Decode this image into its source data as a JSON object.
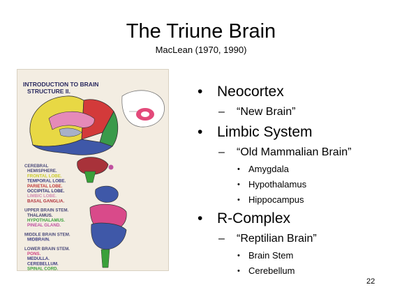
{
  "slide": {
    "title": "The Triune Brain",
    "subtitle": "MacLean (1970, 1990)",
    "page_number": "22"
  },
  "figure": {
    "heading_line1": "INTRODUCTION TO BRAIN",
    "heading_line2": "STRUCTURE II.",
    "legend": [
      {
        "text": "CEREBRAL",
        "color": "#4b4b7a"
      },
      {
        "text": "HEMISPHERE.",
        "color": "#4b4b7a"
      },
      {
        "text": "FRONTAL LOBE.",
        "color": "#c9c928"
      },
      {
        "text": "TEMPORAL LOBE.",
        "color": "#3a3a80"
      },
      {
        "text": "PARIETAL LOBE.",
        "color": "#c03a3a"
      },
      {
        "text": "OCCIPITAL LOBE.",
        "color": "#2f2f70"
      },
      {
        "text": "LIMBIC LOBE.",
        "color": "#d08ab0"
      },
      {
        "text": "BASAL GANGLIA.",
        "color": "#b0303a"
      },
      {
        "text": "UPPER BRAIN STEM.",
        "color": "#4b4b7a"
      },
      {
        "text": "THALAMUS.",
        "color": "#3a3a6a"
      },
      {
        "text": "HYPOTHALAMUS.",
        "color": "#3aa03a"
      },
      {
        "text": "PINEAL GLAND.",
        "color": "#c050a0"
      },
      {
        "text": "MIDDLE BRAIN STEM.",
        "color": "#4b4b7a"
      },
      {
        "text": "MIDBRAIN.",
        "color": "#3a3a80"
      },
      {
        "text": "LOWER BRAIN STEM.",
        "color": "#4b4b7a"
      },
      {
        "text": "PONS.",
        "color": "#d04080"
      },
      {
        "text": "MEDULLA.",
        "color": "#3a3a80"
      },
      {
        "text": "CEREBELLUM.",
        "color": "#3a3a80"
      },
      {
        "text": "SPINAL CORD.",
        "color": "#3aa03a"
      }
    ]
  },
  "bullets": [
    {
      "level": 1,
      "text": "Neocortex"
    },
    {
      "level": 2,
      "text": "“New Brain”"
    },
    {
      "level": 1,
      "text": "Limbic System"
    },
    {
      "level": 2,
      "text": "“Old Mammalian Brain”"
    },
    {
      "level": 3,
      "text": "Amygdala"
    },
    {
      "level": 3,
      "text": "Hypothalamus"
    },
    {
      "level": 3,
      "text": "Hippocampus"
    },
    {
      "level": 1,
      "text": "R-Complex"
    },
    {
      "level": 2,
      "text": "“Reptilian Brain”"
    },
    {
      "level": 3,
      "text": "Brain Stem"
    },
    {
      "level": 3,
      "text": "Cerebellum"
    }
  ],
  "markers": {
    "l1": "•",
    "l2": "–",
    "l3": "•"
  }
}
